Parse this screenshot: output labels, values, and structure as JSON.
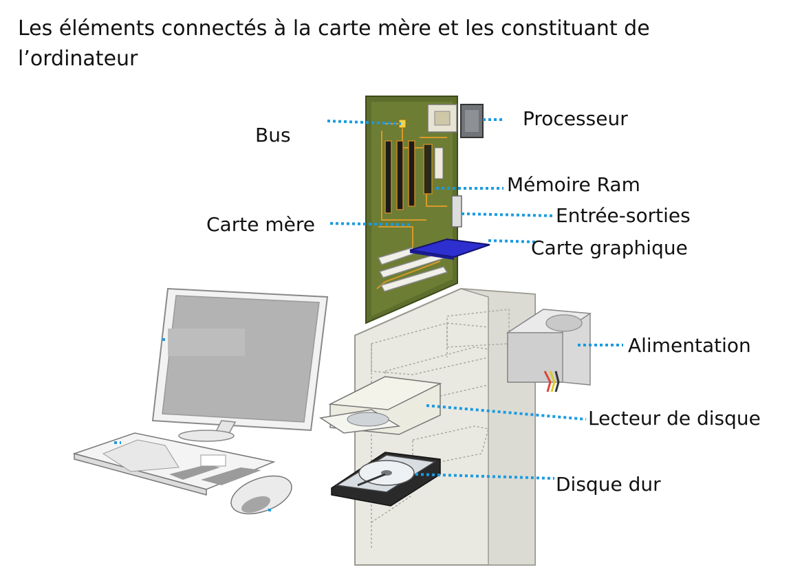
{
  "title": "Les éléments connectés à la carte mère et les constituant de l’ordinateur",
  "labels": {
    "bus": "Bus",
    "processeur": "Processeur",
    "memoire": "Mémoire Ram",
    "carte_mere": "Carte mère",
    "entrees_sorties": "Entrée-sorties",
    "carte_graphique": "Carte graphique",
    "alimentation": "Alimentation",
    "lecteur": "Lecteur de disque",
    "disque_dur": "Disque dur"
  },
  "colors": {
    "leader_line": "#1a9be0",
    "motherboard": "#5e6e2c",
    "graphics_card": "#2d2fcf",
    "case": "#e7e6df"
  }
}
